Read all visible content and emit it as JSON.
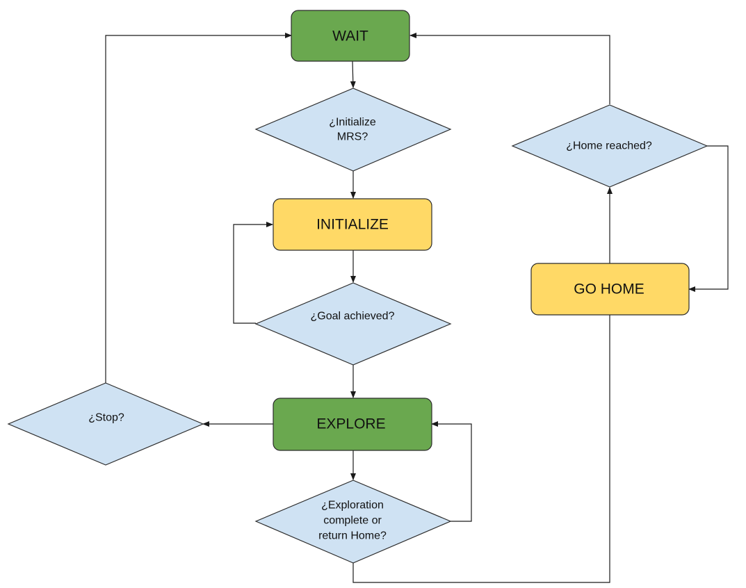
{
  "colors": {
    "state_active": "#6aa84f",
    "state_process": "#ffd966",
    "decision": "#cfe2f3",
    "border": "#2b2b2b"
  },
  "nodes": {
    "wait": {
      "label": "WAIT"
    },
    "initialize_mrs": {
      "label_lines": [
        "¿Initialize",
        "MRS?"
      ]
    },
    "initialize": {
      "label": "INITIALIZE"
    },
    "goal_achieved": {
      "label": "¿Goal achieved?"
    },
    "explore": {
      "label": "EXPLORE"
    },
    "stop": {
      "label": "¿Stop?"
    },
    "exploration_complete": {
      "label_lines": [
        "¿Exploration",
        "complete or",
        "return Home?"
      ]
    },
    "go_home": {
      "label": "GO HOME"
    },
    "home_reached": {
      "label": "¿Home reached?"
    }
  }
}
